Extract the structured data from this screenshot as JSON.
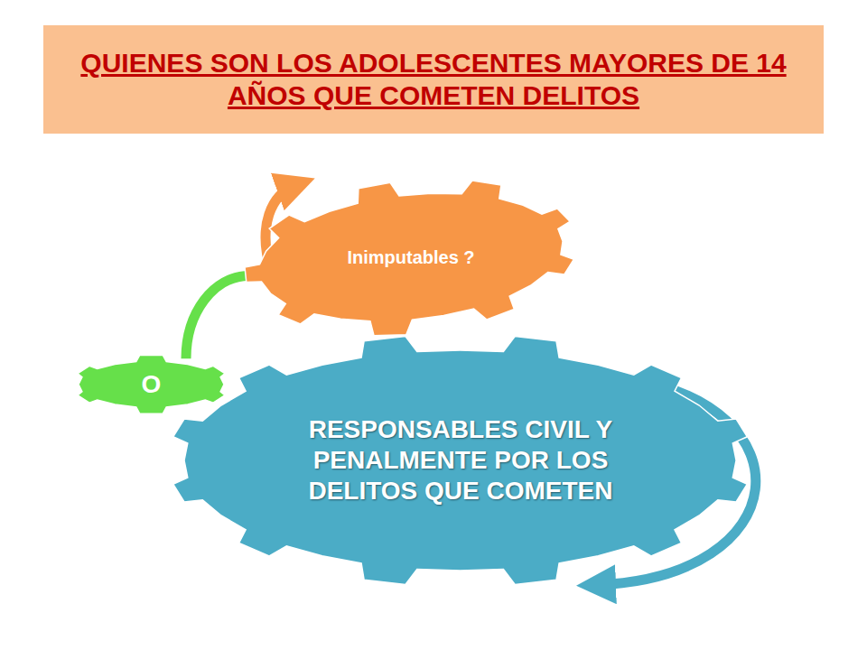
{
  "diagram": {
    "title": "QUIENES SON LOS ADOLESCENTES MAYORES DE 14 AÑOS QUE COMETEN DELITOS",
    "nodes": [
      {
        "text": [
          "Inimputables ?"
        ]
      },
      {
        "text": [
          "O"
        ]
      },
      {
        "text": [
          "RESPONSABLES CIVIL Y PENALMENTE POR LOS DELITOS QUE COMETEN"
        ]
      }
    ],
    "edges": [
      {
        "from": 1,
        "to": 0,
        "arrow": "none"
      }
    ]
  }
}
